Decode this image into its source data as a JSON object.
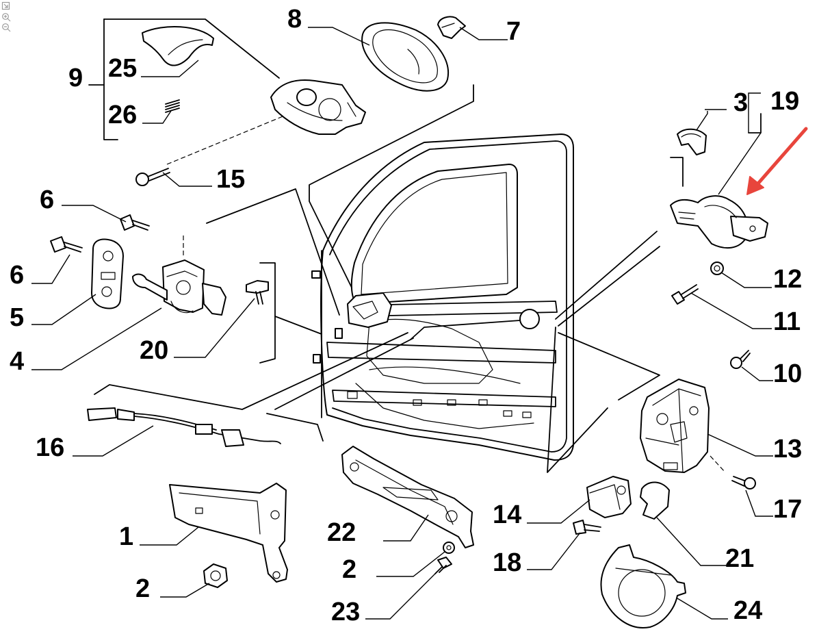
{
  "viewer": {
    "tools": [
      {
        "name": "fit-icon"
      },
      {
        "name": "zoom-in-icon"
      },
      {
        "name": "zoom-out-icon"
      }
    ]
  },
  "colors": {
    "ink": "#000000",
    "paper": "#ffffff",
    "arrow": "#e8453c",
    "toolbar": "#9a9a9a"
  },
  "labels": {
    "l1": "1",
    "l2a": "2",
    "l2b": "2",
    "l3": "3",
    "l4": "4",
    "l5": "5",
    "l6a": "6",
    "l6b": "6",
    "l7": "7",
    "l8": "8",
    "l9": "9",
    "l10": "10",
    "l11": "11",
    "l12": "12",
    "l13": "13",
    "l14": "14",
    "l15": "15",
    "l16": "16",
    "l17": "17",
    "l18": "18",
    "l19": "19",
    "l20": "20",
    "l21": "21",
    "l22": "22",
    "l23": "23",
    "l24": "24",
    "l25": "25",
    "l26": "26"
  }
}
